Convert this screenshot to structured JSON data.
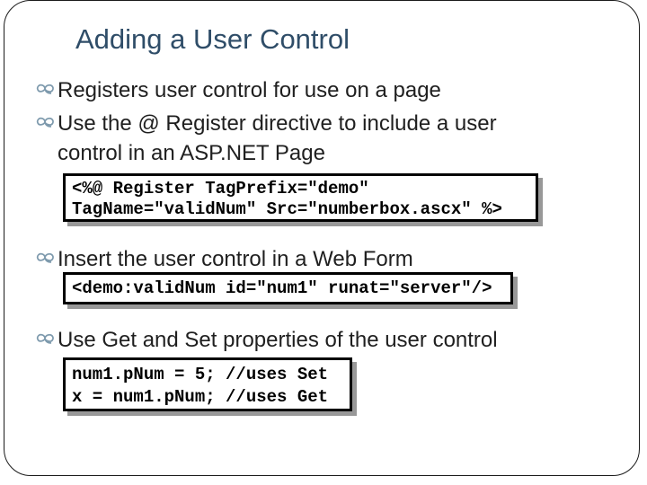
{
  "slide": {
    "title": "Adding a User Control",
    "colors": {
      "title": "#2F4D68",
      "bullet_glyph": "#7E9AAD",
      "code_border": "#000000",
      "code_shadow": "#989898",
      "body_text": "#1f1f1f"
    },
    "bullets": [
      {
        "text": "Registers user control for use on a page"
      },
      {
        "text": "Use the @ Register directive to include a user control in an ASP.NET Page"
      },
      {
        "text": "Insert the user control in a Web Form"
      },
      {
        "text": "Use Get and Set properties of the user control"
      }
    ],
    "code_blocks": [
      {
        "lines": [
          "<%@ Register TagPrefix=\"demo\"",
          "TagName=\"validNum\" Src=\"numberbox.ascx\" %>"
        ]
      },
      {
        "lines": [
          "<demo:validNum id=\"num1\" runat=\"server\"/>"
        ]
      },
      {
        "lines": [
          "num1.pNum = 5; //uses Set",
          "x = num1.pNum; //uses Get"
        ]
      }
    ]
  }
}
